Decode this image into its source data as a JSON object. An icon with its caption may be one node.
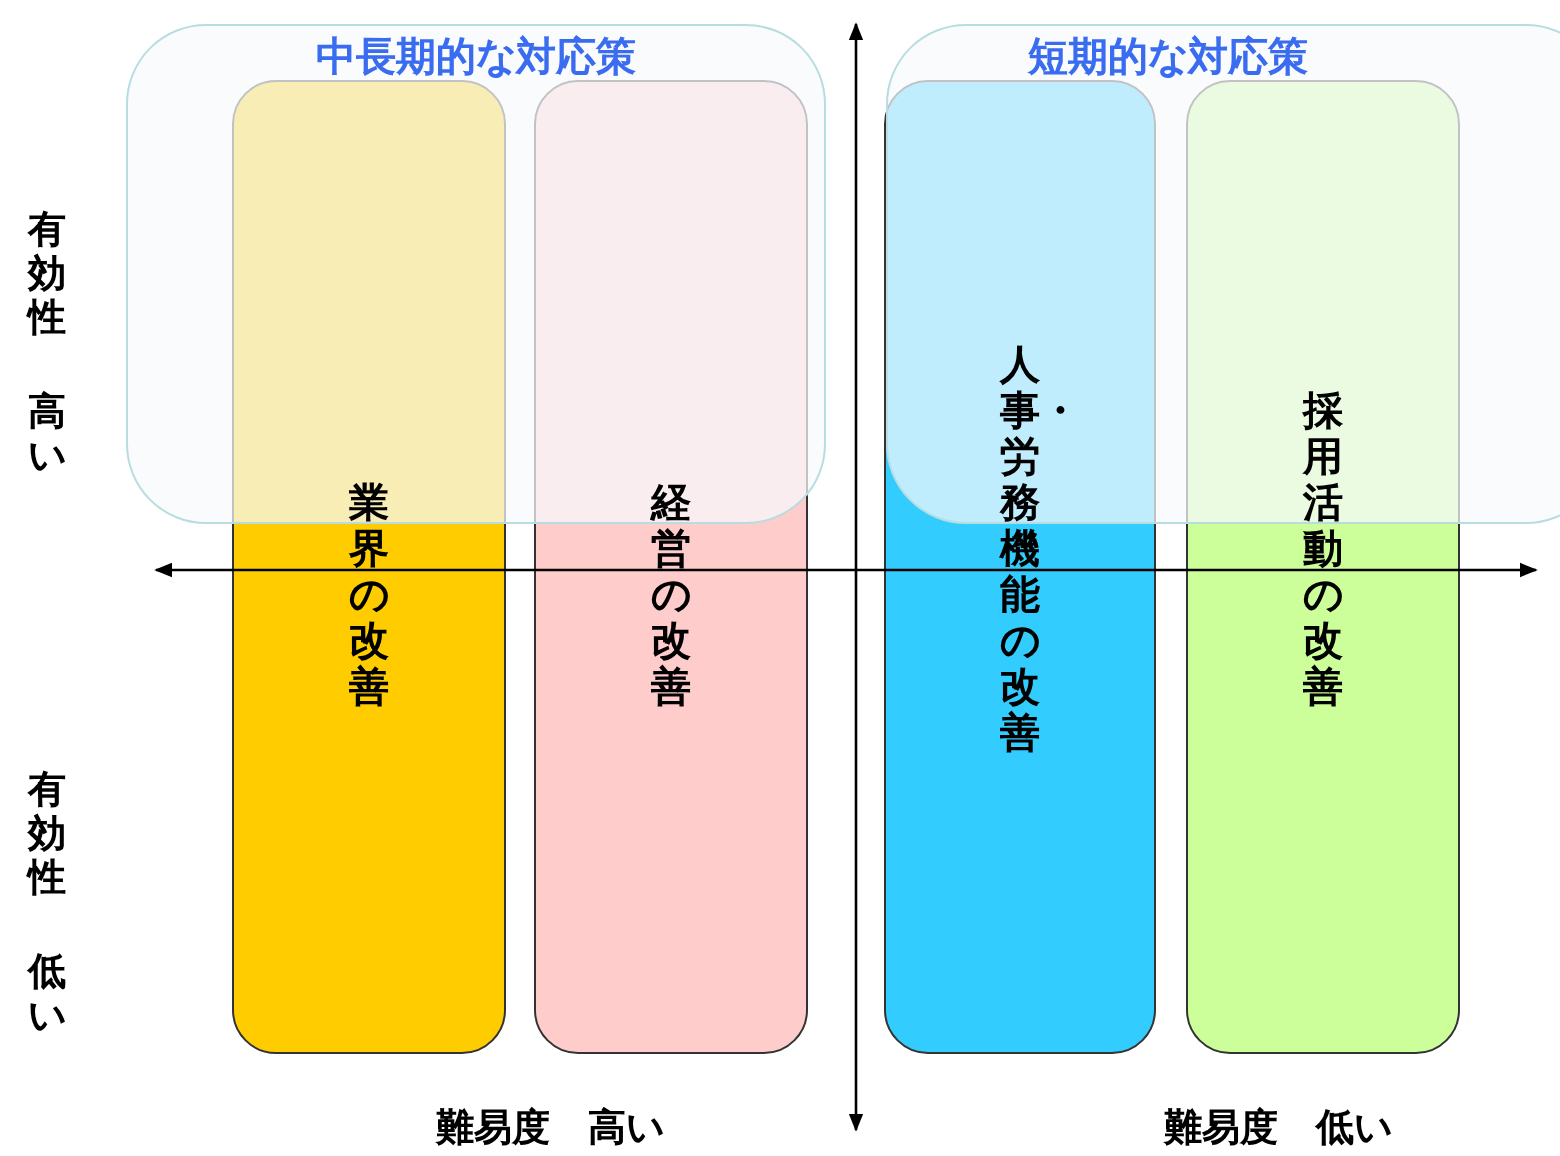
{
  "diagram": {
    "nodes": [
      {
        "text": [
          "中長期的な対応策"
        ]
      },
      {
        "text": [
          "短期的な対応策"
        ]
      },
      {
        "text": [
          "業界の改善"
        ]
      },
      {
        "text": [
          "経営の改善"
        ]
      },
      {
        "text": [
          "人事・労務機能の改善"
        ]
      },
      {
        "text": [
          "採用活動の改善"
        ]
      }
    ],
    "edges": [],
    "labels": [
      "有効性",
      "高い",
      "有効性",
      "低い",
      "難易度　高い",
      "難易度　低い"
    ]
  }
}
